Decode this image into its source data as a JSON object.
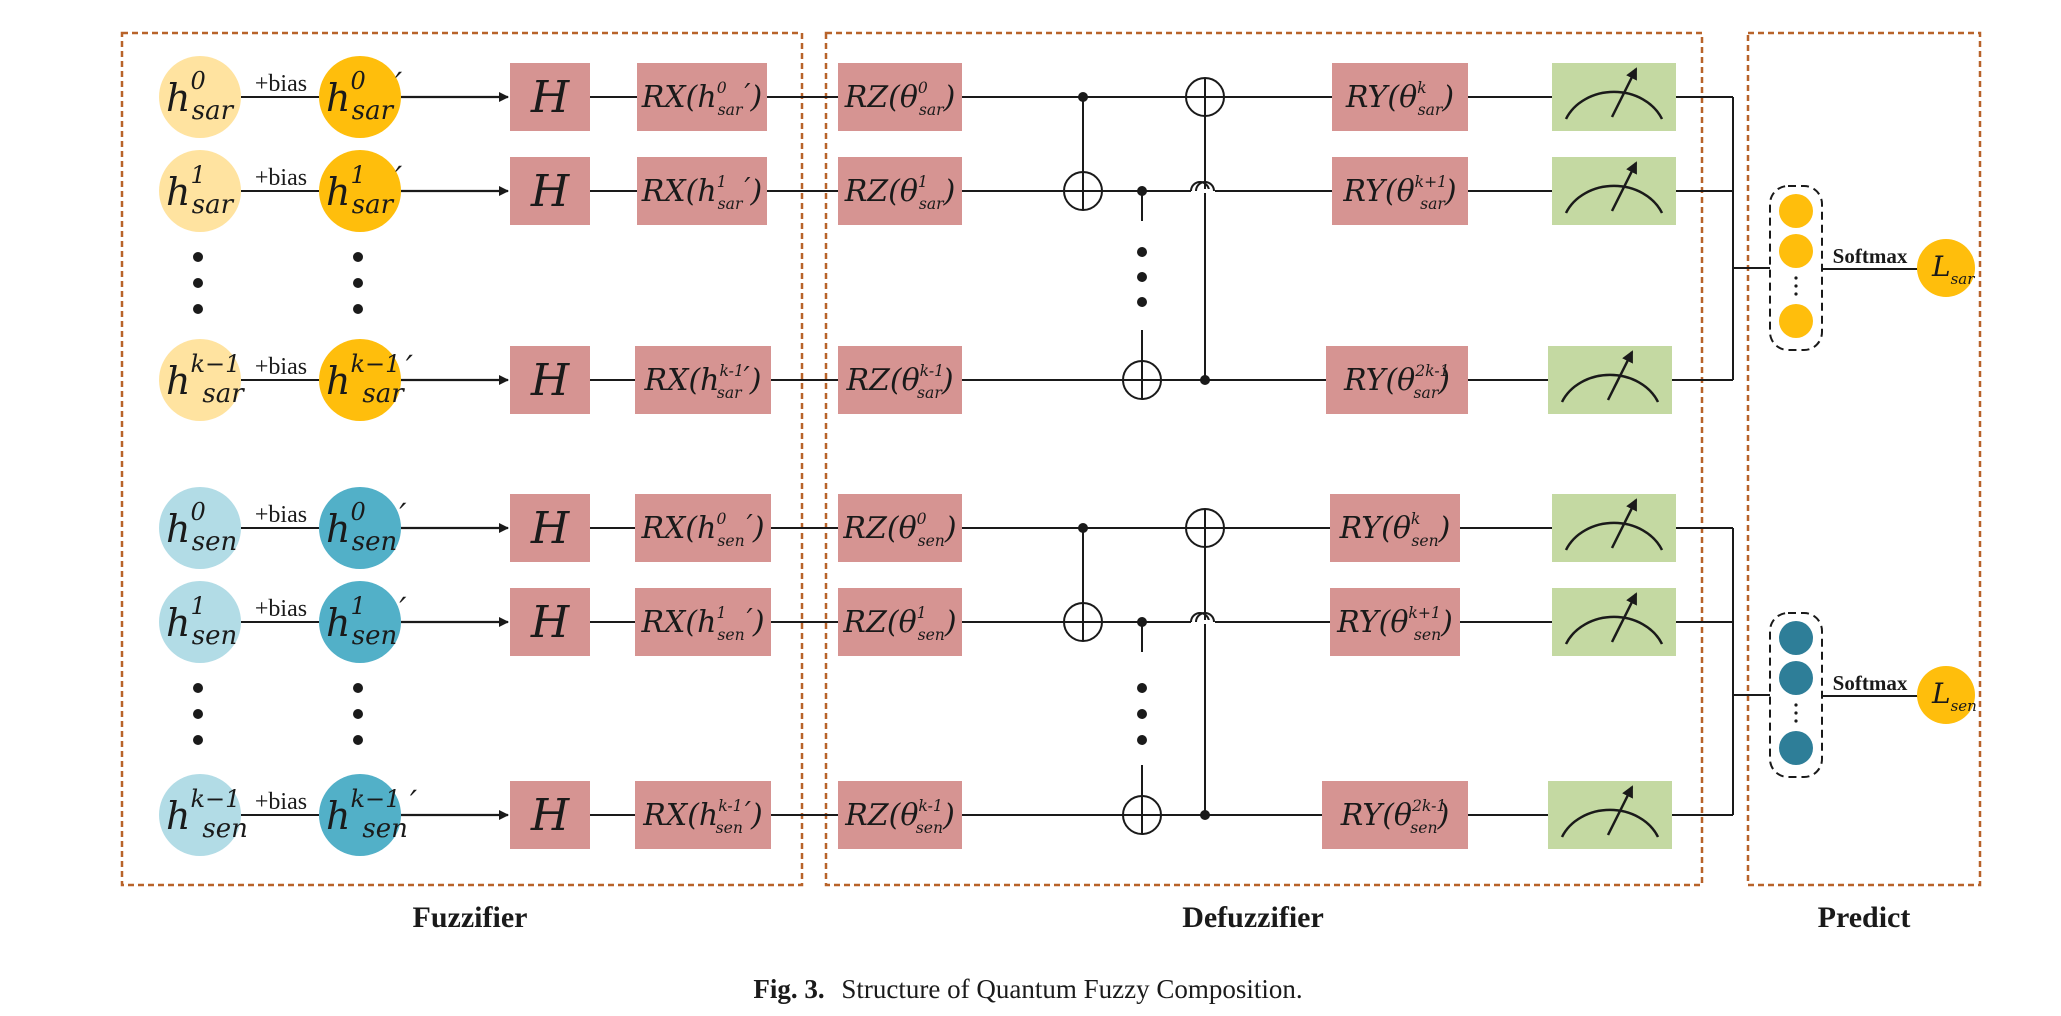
{
  "sections": {
    "fuzzifier": "Fuzzifier",
    "defuzzifier": "Defuzzifier",
    "predict": "Predict"
  },
  "caption": {
    "label": "Fig. 3.",
    "text": "Structure of Quantum Fuzzy Composition."
  },
  "bias_label": "+bias",
  "softmax_label": "Softmax",
  "h_gate_label": "H",
  "rows": [
    {
      "sup": "0",
      "sub": "sar",
      "rx": "RX",
      "rx_sup": "0",
      "rz": "RZ",
      "rz_sup": "0",
      "ry": "RY",
      "ry_sup": "k"
    },
    {
      "sup": "1",
      "sub": "sar",
      "rx": "RX",
      "rx_sup": "1",
      "rz": "RZ",
      "rz_sup": "1",
      "ry": "RY",
      "ry_sup": "k+1"
    },
    {
      "sup": "k−1",
      "sub": "sar",
      "rx": "RX",
      "rx_sup": "k-1",
      "rz": "RZ",
      "rz_sup": "k-1",
      "ry": "RY",
      "ry_sup": "2k-1"
    },
    {
      "sup": "0",
      "sub": "sen",
      "rx": "RX",
      "rx_sup": "0",
      "rz": "RZ",
      "rz_sup": "0",
      "ry": "RY",
      "ry_sup": "k"
    },
    {
      "sup": "1",
      "sub": "sen",
      "rx": "RX",
      "rx_sup": "1",
      "rz": "RZ",
      "rz_sup": "1",
      "ry": "RY",
      "ry_sup": "k+1"
    },
    {
      "sup": "k−1",
      "sub": "sen",
      "rx": "RX",
      "rx_sup": "k-1",
      "rz": "RZ",
      "rz_sup": "k-1",
      "ry": "RY",
      "ry_sup": "2k-1"
    }
  ],
  "outputs": [
    {
      "name": "L",
      "sub": "sar"
    },
    {
      "name": "L",
      "sub": "sen"
    }
  ],
  "colors": {
    "sar_light": "#FFE3A0",
    "sar_dark": "#FFBE0C",
    "sen_light": "#B2DCE6",
    "sen_dark": "#52B0C8",
    "sen_output": "#2E7E98",
    "gate_red": "#D69492",
    "measure_green": "#C4D9A2",
    "dashed_border": "#B8632A"
  }
}
